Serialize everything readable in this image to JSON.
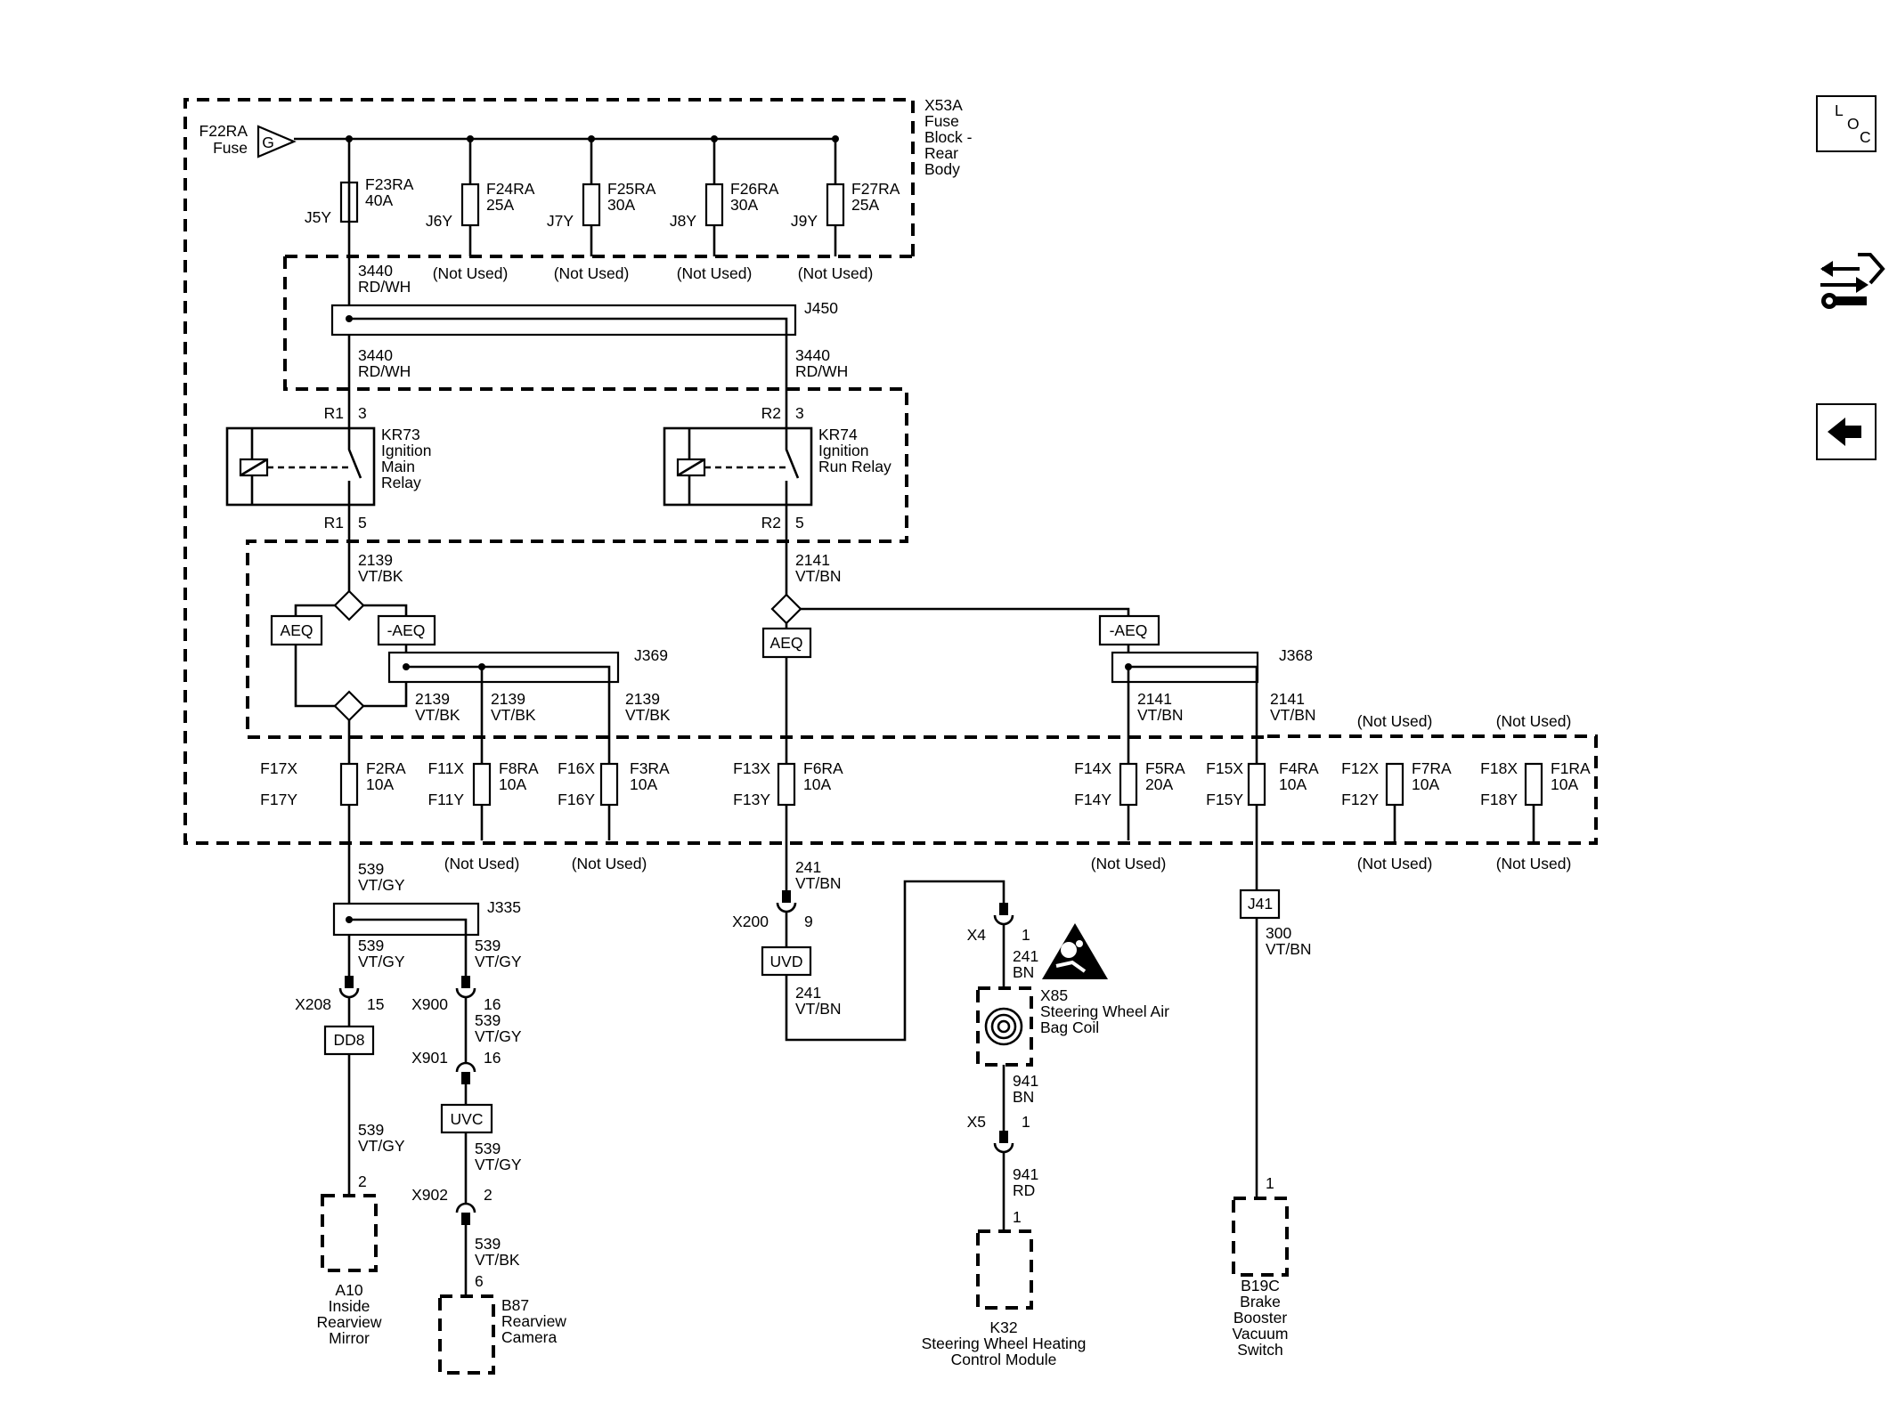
{
  "nav_buttons": {
    "loc": [
      "L",
      "O",
      "C"
    ]
  },
  "fuse_block_rear": {
    "name": "X53A",
    "desc": [
      "Fuse",
      "Block -",
      "Rear",
      "Body"
    ],
    "source_fuse": [
      "F22RA",
      "Fuse"
    ],
    "source_symbol": "G",
    "fuses": [
      {
        "name": "F23RA",
        "rating": "40A",
        "pin": "J5Y"
      },
      {
        "name": "F24RA",
        "rating": "25A",
        "pin": "J6Y",
        "note": "(Not Used)"
      },
      {
        "name": "F25RA",
        "rating": "30A",
        "pin": "J7Y",
        "note": "(Not Used)"
      },
      {
        "name": "F26RA",
        "rating": "30A",
        "pin": "J8Y",
        "note": "(Not Used)"
      },
      {
        "name": "F27RA",
        "rating": "25A",
        "pin": "J9Y",
        "note": "(Not Used)"
      }
    ]
  },
  "splices": {
    "j450": "J450",
    "j369": "J369",
    "j368": "J368",
    "j335": "J335",
    "j41": "J41"
  },
  "wires": {
    "w3440": [
      "3440",
      "RD/WH"
    ],
    "w2139": [
      "2139",
      "VT/BK"
    ],
    "w2141": [
      "2141",
      "VT/BN"
    ],
    "w539gy": [
      "539",
      "VT/GY"
    ],
    "w539bk": [
      "539",
      "VT/BK"
    ],
    "w241vt": [
      "241",
      "VT/BN"
    ],
    "w241bn": [
      "241",
      "BN"
    ],
    "w941bn": [
      "941",
      "BN"
    ],
    "w941rd": [
      "941",
      "RD"
    ],
    "w300": [
      "300",
      "VT/BN"
    ]
  },
  "relays": {
    "kr73": {
      "desc": [
        "KR73",
        "Ignition",
        "Main",
        "Relay"
      ],
      "conn": "R1",
      "pin_in": "3",
      "pin_out": "5"
    },
    "kr74": {
      "desc": [
        "KR74",
        "Ignition",
        "Run Relay"
      ],
      "conn": "R2",
      "pin_in": "3",
      "pin_out": "5"
    }
  },
  "options": {
    "aeq": "AEQ",
    "naeq": "-AEQ",
    "dd8": "DD8",
    "uvc": "UVC",
    "uvd": "UVD"
  },
  "lower_fuses": [
    {
      "name": "F2RA",
      "rating": "10A",
      "pin_in": "F17X",
      "pin_out": "F17Y"
    },
    {
      "name": "F8RA",
      "rating": "10A",
      "pin_in": "F11X",
      "pin_out": "F11Y",
      "note": "(Not Used)"
    },
    {
      "name": "F3RA",
      "rating": "10A",
      "pin_in": "F16X",
      "pin_out": "F16Y",
      "note": "(Not Used)"
    },
    {
      "name": "F6RA",
      "rating": "10A",
      "pin_in": "F13X",
      "pin_out": "F13Y"
    },
    {
      "name": "F5RA",
      "rating": "20A",
      "pin_in": "F14X",
      "pin_out": "F14Y",
      "note": "(Not Used)"
    },
    {
      "name": "F4RA",
      "rating": "10A",
      "pin_in": "F15X",
      "pin_out": "F15Y"
    },
    {
      "name": "F7RA",
      "rating": "10A",
      "pin_in": "F12X",
      "pin_out": "F12Y",
      "note": "(Not Used)",
      "note_top": "(Not Used)"
    },
    {
      "name": "F1RA",
      "rating": "10A",
      "pin_in": "F18X",
      "pin_out": "F18Y",
      "note": "(Not Used)",
      "note_top": "(Not Used)"
    }
  ],
  "connectors": {
    "x208": {
      "name": "X208",
      "pin": "15"
    },
    "x900": {
      "name": "X900",
      "pin": "16"
    },
    "x901": {
      "name": "X901",
      "pin": "16"
    },
    "x902": {
      "name": "X902",
      "pin": "2"
    },
    "x200": {
      "name": "X200",
      "pin": "9"
    },
    "x4": {
      "name": "X4",
      "pin": "1"
    },
    "x5": {
      "name": "X5",
      "pin": "1"
    }
  },
  "components": {
    "a10": {
      "pin": "2",
      "desc": [
        "A10",
        "Inside",
        "Rearview",
        "Mirror"
      ]
    },
    "b87": {
      "pin": "6",
      "desc": [
        "B87",
        "Rearview",
        "Camera"
      ]
    },
    "x85": {
      "desc": [
        "X85",
        "Steering Wheel Air",
        "Bag Coil"
      ]
    },
    "k32": {
      "pin": "1",
      "desc": [
        "K32",
        "Steering Wheel Heating",
        "Control Module"
      ]
    },
    "b19c": {
      "pin": "1",
      "desc": [
        "B19C",
        "Brake",
        "Booster",
        "Vacuum",
        "Switch"
      ]
    }
  }
}
